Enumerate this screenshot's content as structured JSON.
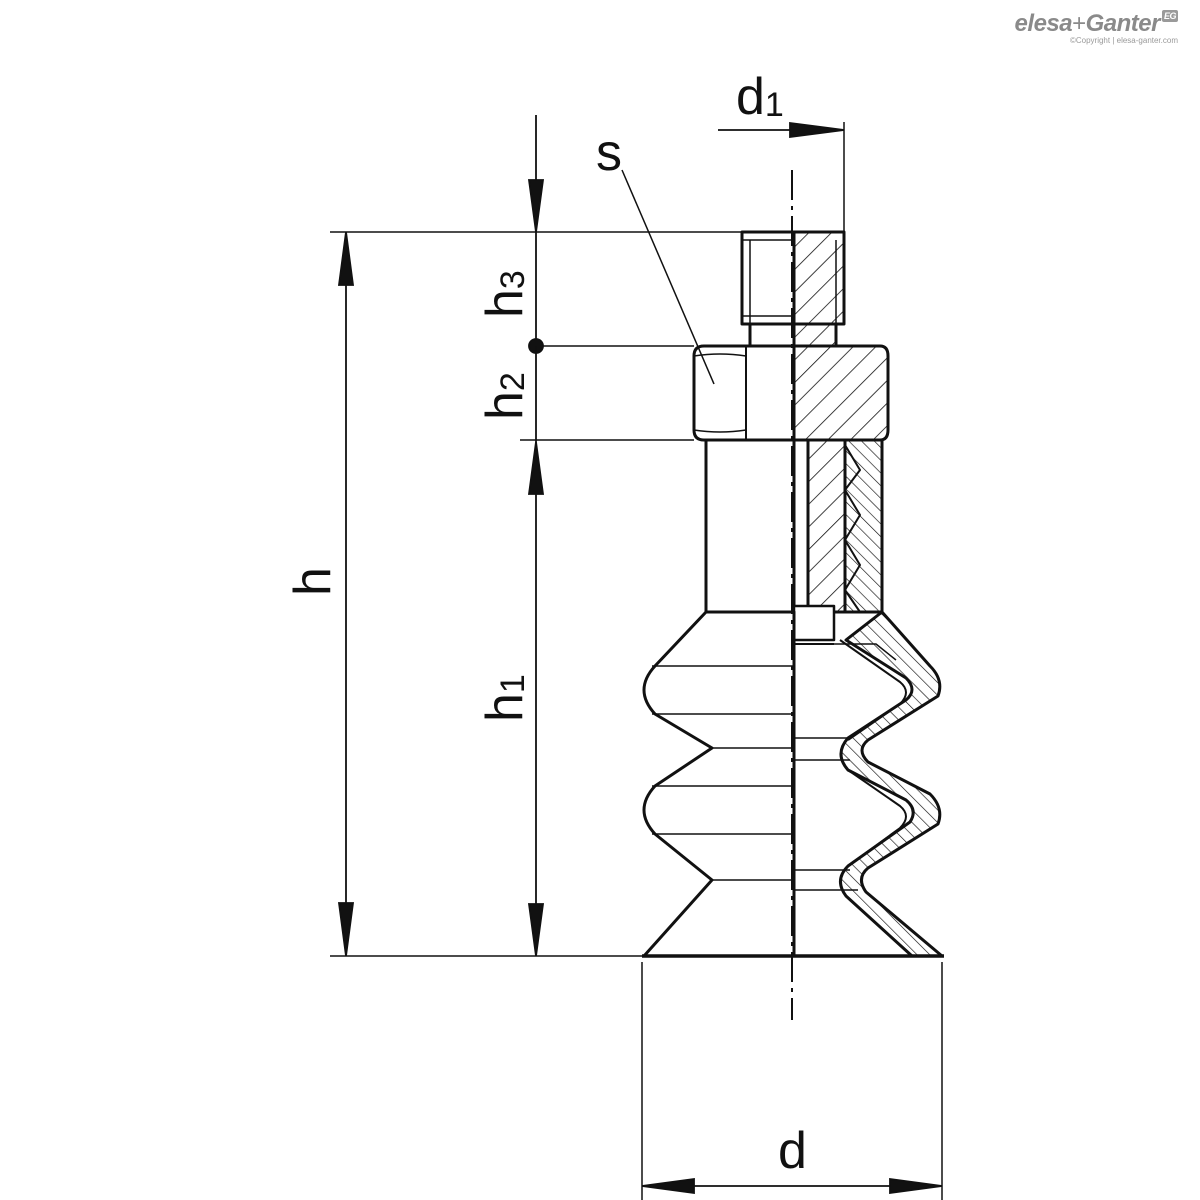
{
  "brand": {
    "name_part1": "elesa",
    "name_sep": "+",
    "name_part2": "Ganter",
    "badge": "EG",
    "copyright": "©Copyright | elesa-ganter.com"
  },
  "dimensions": {
    "d1": {
      "main": "d",
      "sub": "1"
    },
    "s": {
      "main": "s"
    },
    "h3": {
      "main": "h",
      "sub": "3"
    },
    "h2": {
      "main": "h",
      "sub": "2"
    },
    "h1": {
      "main": "h",
      "sub": "1"
    },
    "h": {
      "main": "h"
    },
    "d": {
      "main": "d"
    }
  },
  "colors": {
    "line": "#111111",
    "logo": "#8a8a8a"
  }
}
